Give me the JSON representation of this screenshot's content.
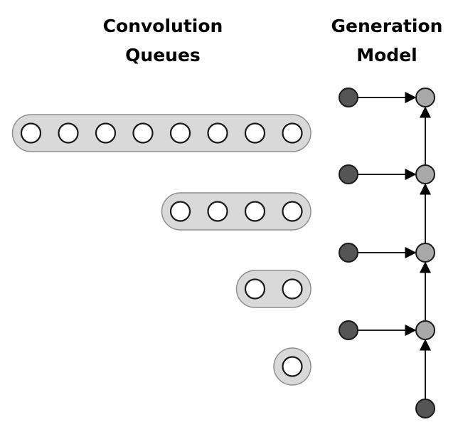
{
  "titles": {
    "convolution_line1": "Convolution",
    "convolution_line2": "Queues",
    "generation_line1": "Generation",
    "generation_line2": "Model"
  },
  "convolution_queues": [
    {
      "node_count": 8
    },
    {
      "node_count": 4
    },
    {
      "node_count": 2
    },
    {
      "node_count": 1
    }
  ],
  "generation_model": {
    "input_node_count": 4,
    "hidden_node_count": 4,
    "bottom_input_nodes": 1
  },
  "colors": {
    "queue_fill": "#d9d9d9",
    "queue_stroke": "#8f8f8f",
    "queue_node_fill": "#ffffff",
    "queue_node_stroke": "#1a1a1a",
    "input_node_fill": "#555555",
    "hidden_node_fill": "#a8a8a8",
    "arrow": "#000000"
  }
}
